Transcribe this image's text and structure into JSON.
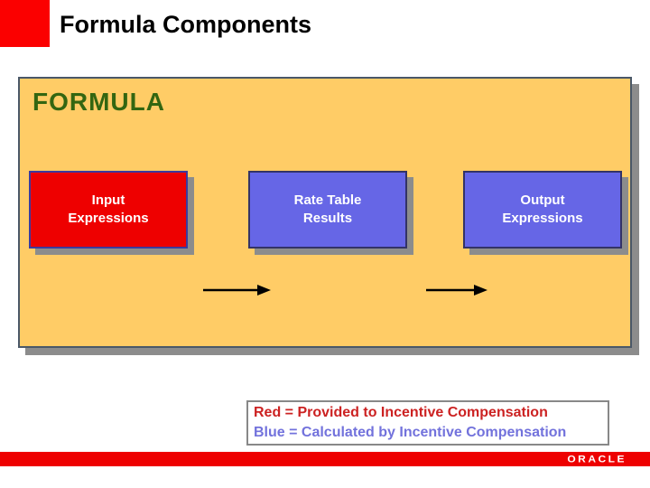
{
  "slide": {
    "title": "Formula Components",
    "panel": {
      "heading": "FORMULA",
      "boxes": [
        {
          "id": "input",
          "line1": "Input",
          "line2": "Expressions",
          "fill": "#EE0000"
        },
        {
          "id": "rate",
          "line1": "Rate Table",
          "line2": "Results",
          "fill": "#6666E6"
        },
        {
          "id": "output",
          "line1": "Output",
          "line2": "Expressions",
          "fill": "#6666E6"
        }
      ],
      "background": "#FFCC66",
      "heading_color": "#336611"
    },
    "legend": {
      "line1": "Red = Provided to Incentive Compensation",
      "line2": "Blue = Calculated by Incentive Compensation",
      "line1_color": "#CC2222",
      "line2_color": "#7272DC"
    },
    "footer": {
      "brand": "ORACLE",
      "bar_color": "#EE0000"
    }
  }
}
